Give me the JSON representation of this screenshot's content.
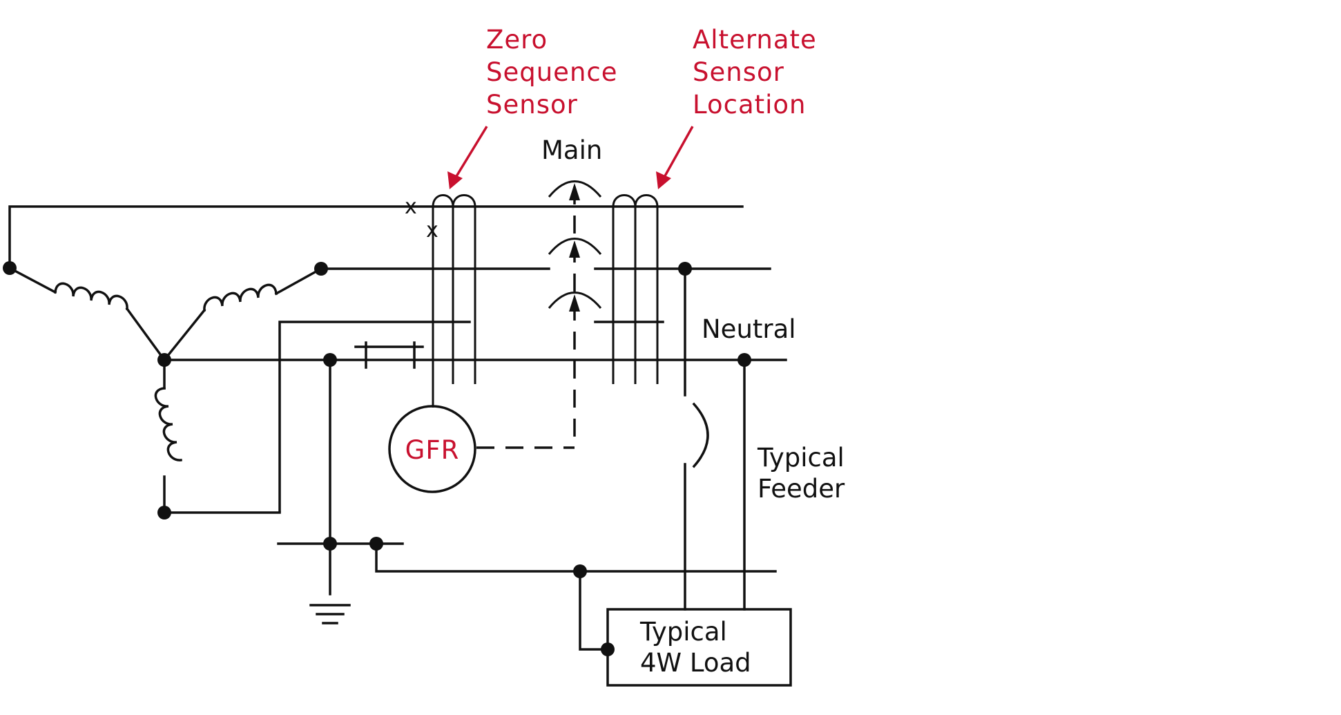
{
  "diagram": {
    "labels": {
      "zero_sequence_sensor": [
        "Zero",
        "Sequence",
        "Sensor"
      ],
      "alternate_sensor_location": [
        "Alternate",
        "Sensor",
        "Location"
      ],
      "main": "Main",
      "neutral": "Neutral",
      "gfr": "GFR",
      "typical_feeder": [
        "Typical",
        "Feeder"
      ],
      "typical_load": [
        "Typical",
        "4W Load"
      ],
      "x_mark": "x"
    },
    "colors": {
      "annotation": "#c8102e",
      "line": "#111111",
      "background": "#ffffff"
    }
  }
}
